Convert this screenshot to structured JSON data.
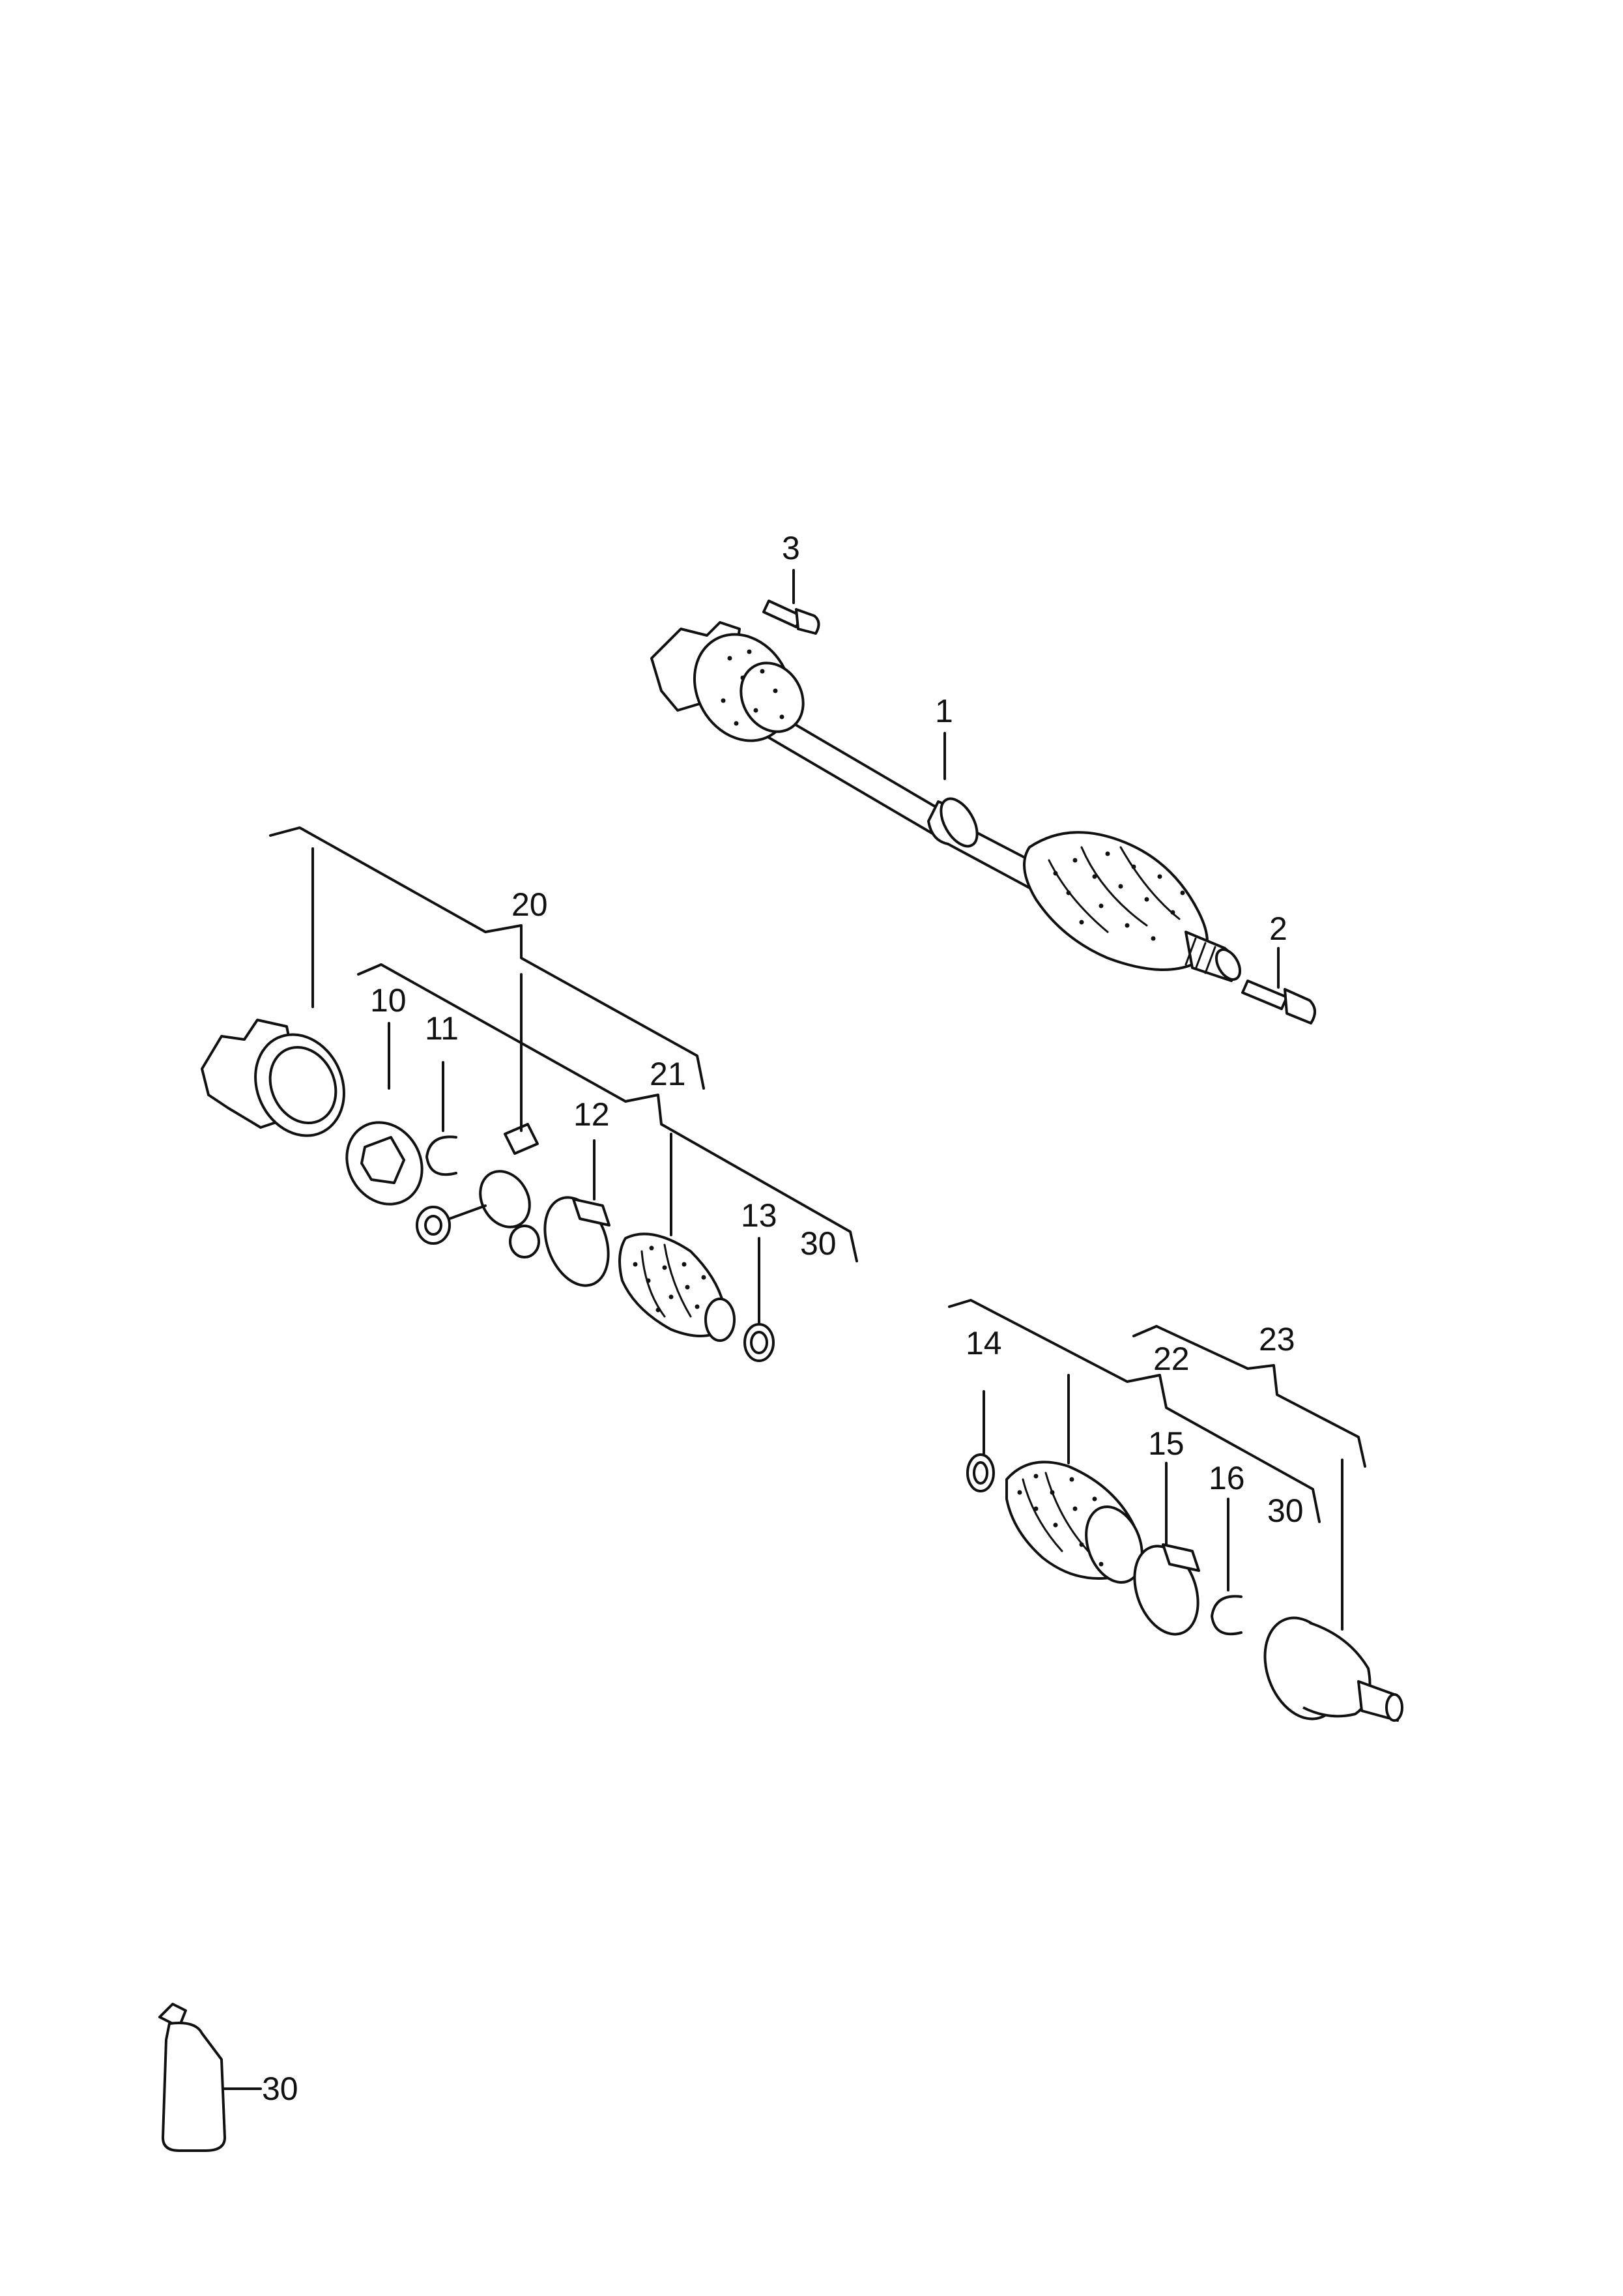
{
  "callouts": {
    "p1": "1",
    "p2": "2",
    "p3": "3",
    "p10": "10",
    "p11": "11",
    "p12": "12",
    "p13": "13",
    "p14": "14",
    "p15": "15",
    "p16": "16",
    "g20": "20",
    "g21": "21",
    "g22": "22",
    "g23": "23",
    "g30a": "30",
    "g30b": "30",
    "g30c": "30"
  }
}
